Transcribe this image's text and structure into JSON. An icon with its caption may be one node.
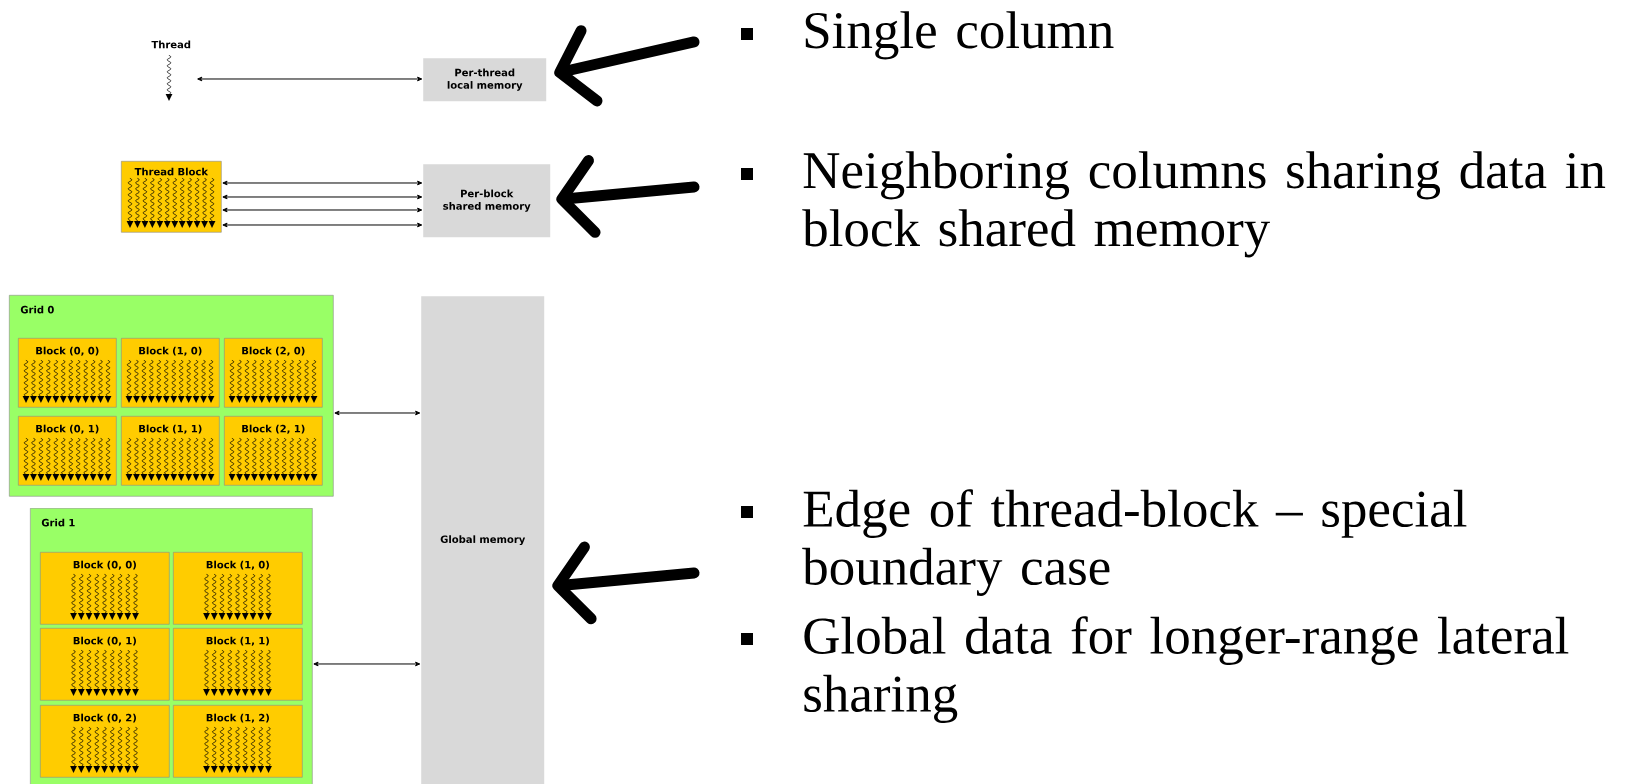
{
  "diagram": {
    "nodes": [
      {
        "text": [
          "Thread"
        ]
      },
      {
        "text": [
          "Per-thread local memory"
        ]
      },
      {
        "text": [
          "Thread Block"
        ]
      },
      {
        "text": [
          "Per-block shared memory"
        ]
      },
      {
        "text": [
          "Grid 0"
        ]
      },
      {
        "text": [
          "Block (0, 0)"
        ],
        "in": 4
      },
      {
        "text": [
          "Block (1, 0)"
        ],
        "in": 4
      },
      {
        "text": [
          "Block (2, 0)"
        ],
        "in": 4
      },
      {
        "text": [
          "Block (0, 1)"
        ],
        "in": 4
      },
      {
        "text": [
          "Block (1, 1)"
        ],
        "in": 4
      },
      {
        "text": [
          "Block (2, 1)"
        ],
        "in": 4
      },
      {
        "text": [
          "Grid 1"
        ]
      },
      {
        "text": [
          "Block (0, 0)"
        ],
        "in": 11
      },
      {
        "text": [
          "Block (1, 0)"
        ],
        "in": 11
      },
      {
        "text": [
          "Block (0, 1)"
        ],
        "in": 11
      },
      {
        "text": [
          "Block (1, 1)"
        ],
        "in": 11
      },
      {
        "text": [
          "Block (0, 2)"
        ],
        "in": 11
      },
      {
        "text": [
          "Block (1, 2)"
        ],
        "in": 11
      },
      {
        "text": [
          "Global memory"
        ]
      },
      {
        "text": [
          "Single column"
        ]
      },
      {
        "text": [
          "Neighboring columns sharing data in block shared memory"
        ]
      },
      {
        "text": [
          "Edge of thread-block – special boundary case"
        ]
      },
      {
        "text": [
          "Global data for longer-range lateral sharing"
        ]
      }
    ],
    "edges": [
      {
        "from": 19,
        "to": 1,
        "arrow": "to",
        "style": "thick"
      },
      {
        "from": 20,
        "to": 3,
        "arrow": "to",
        "style": "thick"
      },
      {
        "from": 21,
        "to": 18,
        "arrow": "to",
        "style": "thick"
      },
      {
        "from": 0,
        "to": 1,
        "arrow": "both"
      },
      {
        "from": 2,
        "to": 3,
        "arrow": "both"
      },
      {
        "from": 2,
        "to": 3,
        "arrow": "both"
      },
      {
        "from": 2,
        "to": 3,
        "arrow": "both"
      },
      {
        "from": 2,
        "to": 3,
        "arrow": "both"
      },
      {
        "from": 4,
        "to": 18,
        "arrow": "both"
      },
      {
        "from": 11,
        "to": 18,
        "arrow": "both"
      }
    ]
  }
}
